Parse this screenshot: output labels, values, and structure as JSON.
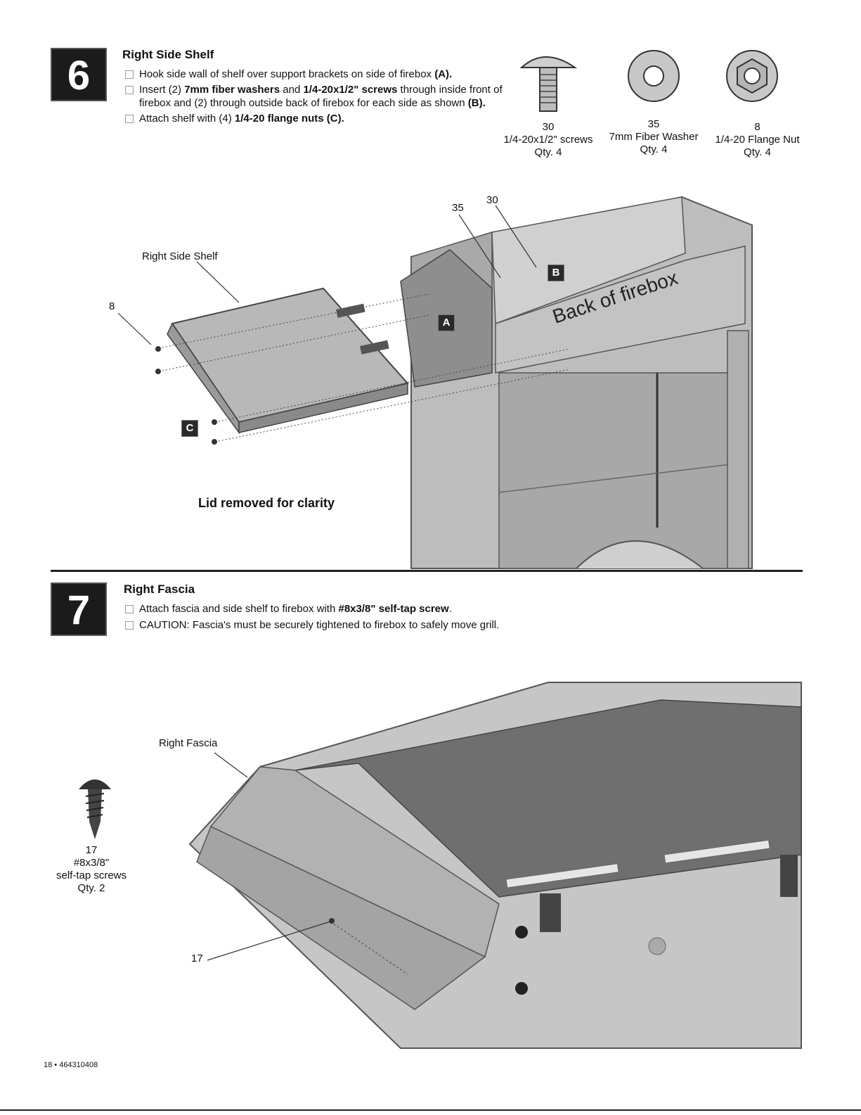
{
  "step6": {
    "number": "6",
    "title": "Right Side Shelf",
    "instructions": {
      "i1": "Hook side wall of shelf over support brackets on side of firebox ",
      "i1_ref": "(A).",
      "i2_a": "Insert (2) ",
      "i2_b": "7mm fiber washers",
      "i2_c": " and ",
      "i2_d": "1/4-20x1/2\" screws",
      "i2_e": " through inside front of firebox and (2) through outside back of firebox for each side as shown ",
      "i2_ref": "(B).",
      "i3_a": "Attach shelf with (4) ",
      "i3_b": "1/4-20 flange nuts (C)."
    },
    "parts": [
      {
        "number": "30",
        "name": "1/4-20x1/2\" screws",
        "qty": "Qty. 4"
      },
      {
        "number": "35",
        "name": "7mm Fiber Washer",
        "qty": "Qty. 4"
      },
      {
        "number": "8",
        "name": "1/4-20 Flange Nut",
        "qty": "Qty. 4"
      }
    ],
    "diagram": {
      "label_shelf": "Right Side Shelf",
      "label_8": "8",
      "label_35": "35",
      "label_30": "30",
      "callout_a": "A",
      "callout_b": "B",
      "callout_c": "C",
      "back_label": "Back of firebox",
      "note": "Lid removed for clarity"
    }
  },
  "step7": {
    "number": "7",
    "title": "Right Fascia",
    "instructions": {
      "i1_a": "Attach fascia and side shelf to firebox with ",
      "i1_b": "#8x3/8\" self-tap screw",
      "i1_c": ".",
      "i2": "CAUTION: Fascia's must be securely tightened to firebox to safely move grill."
    },
    "part": {
      "number": "17",
      "name1": "#8x3/8\"",
      "name2": "self-tap screws",
      "qty": "Qty. 2"
    },
    "diagram": {
      "label_fascia": "Right Fascia",
      "label_17": "17"
    }
  },
  "footer": {
    "page": "18 • 464310408"
  }
}
